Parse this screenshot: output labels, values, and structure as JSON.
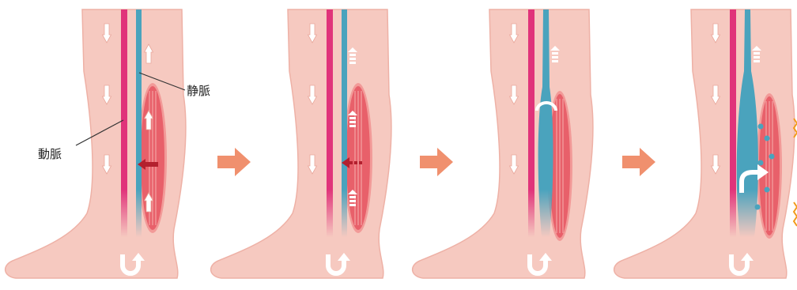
{
  "labels": {
    "vein": "静脈",
    "artery": "動脈"
  },
  "colors": {
    "skin": "#f6c9c0",
    "skin_outline": "#eeb1a6",
    "artery": "#e0337a",
    "vein": "#4aa3bd",
    "muscle": "#e8606a",
    "muscle_light": "#f29a98",
    "step_arrow": "#f0906e",
    "pump_arrow": "#b3202e",
    "swelling": "#f29a1a",
    "arrow_white": "#ffffff"
  },
  "panels": [
    {
      "stage": "normal"
    },
    {
      "stage": "weakened-pump"
    },
    {
      "stage": "pooling"
    },
    {
      "stage": "swelling"
    }
  ],
  "icons": [
    "down-arrow-icon",
    "up-arrow-icon",
    "u-turn-arrow-icon",
    "step-arrow-icon",
    "pump-arrow-icon",
    "swelling-zigzag-icon"
  ]
}
